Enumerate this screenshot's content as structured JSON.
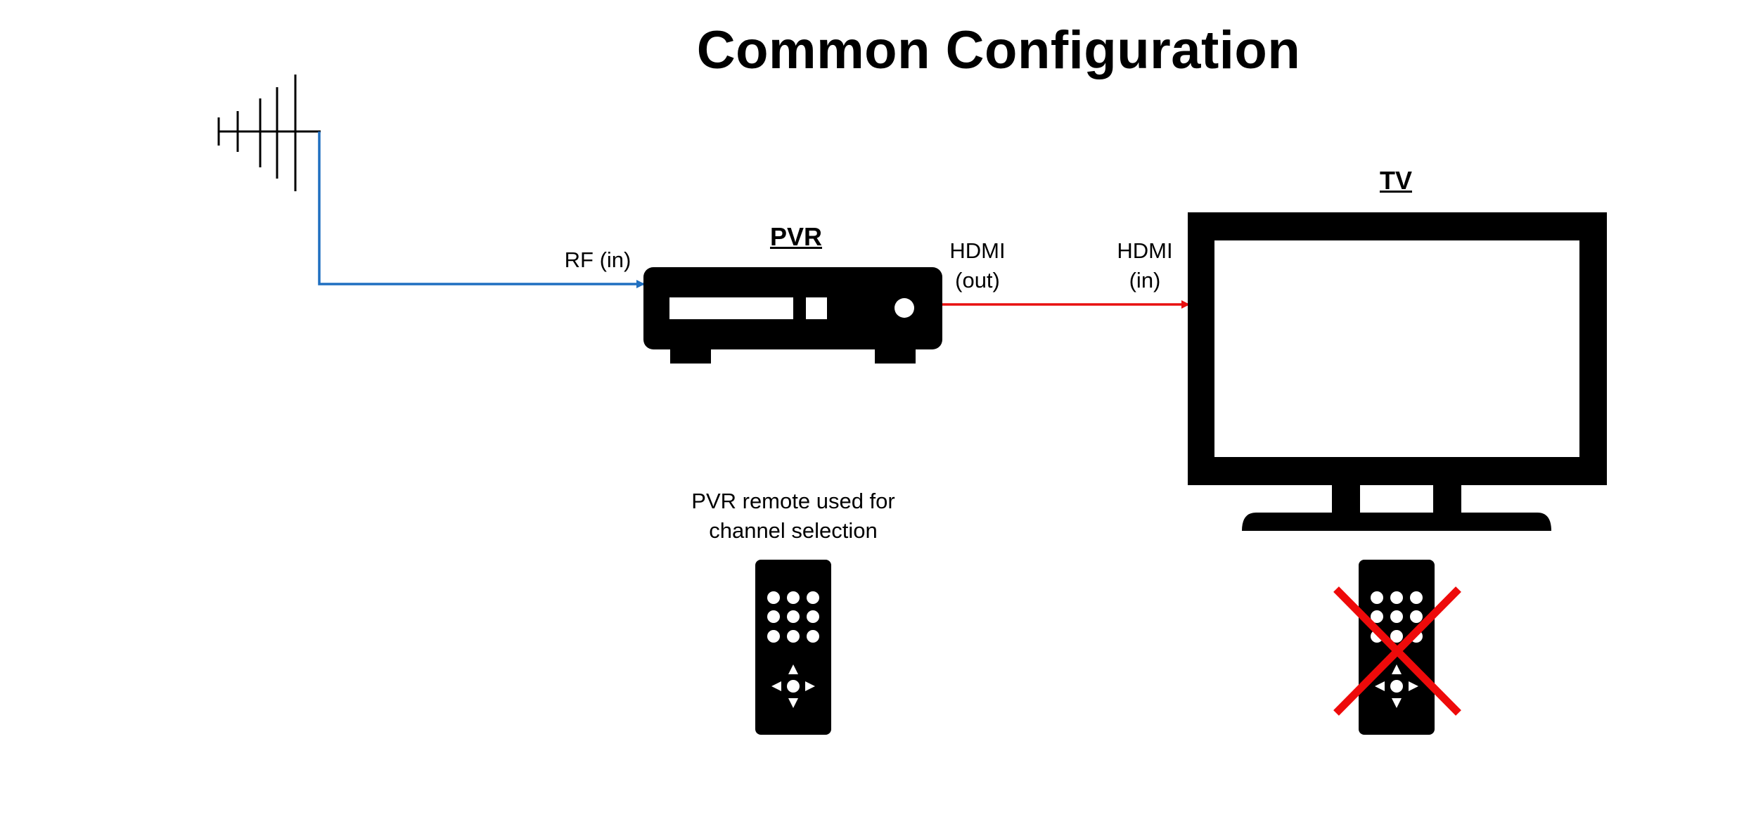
{
  "title": "Common Configuration",
  "devices": {
    "pvr_label": "PVR",
    "tv_label": "TV"
  },
  "connections": {
    "rf_in_label": "RF (in)",
    "hdmi_out_label_line1": "HDMI",
    "hdmi_out_label_line2": "(out)",
    "hdmi_in_label_line1": "HDMI",
    "hdmi_in_label_line2": "(in)"
  },
  "notes": {
    "pvr_remote_line1": "PVR remote used for",
    "pvr_remote_line2": "channel selection"
  },
  "colors": {
    "rf_cable": "#1f6fc0",
    "hdmi_cable": "#e81010",
    "cross": "#ee0a0a",
    "device": "#000000"
  },
  "icons": {
    "antenna": "antenna-icon",
    "pvr": "set-top-box-icon",
    "tv": "television-icon",
    "pvr_remote": "remote-control-icon",
    "tv_remote": "remote-control-icon",
    "disabled_mark": "cross-icon"
  }
}
